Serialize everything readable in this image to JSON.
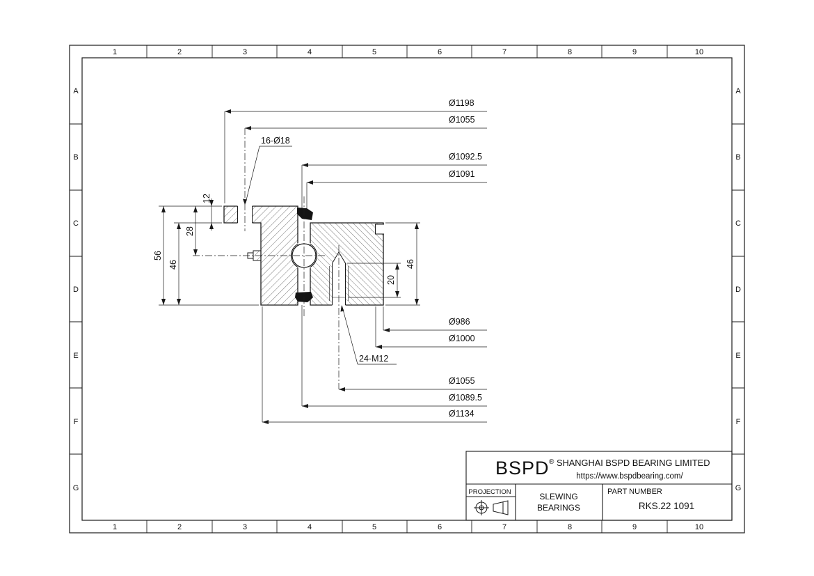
{
  "page": {
    "background": "#ffffff",
    "line_color": "#1a1a1a"
  },
  "grid": {
    "cols": [
      "1",
      "2",
      "3",
      "4",
      "5",
      "6",
      "7",
      "8",
      "9",
      "10"
    ],
    "rows": [
      "A",
      "B",
      "C",
      "D",
      "E",
      "F",
      "G"
    ]
  },
  "dims": {
    "d1198": "Ø1198",
    "d1055_top": "Ø1055",
    "d1092_5": "Ø1092.5",
    "d1091": "Ø1091",
    "d986": "Ø986",
    "d1000": "Ø1000",
    "d1055_bot": "Ø1055",
    "d1089_5": "Ø1089.5",
    "d1134": "Ø1134",
    "bolt_outer": "16-Ø18",
    "bolt_inner": "24-M12",
    "h12": "12",
    "h28": "28",
    "h46_left": "46",
    "h56": "56",
    "h46_right": "46",
    "h20": "20"
  },
  "title_block": {
    "logo": "BSPD",
    "registered": "®",
    "company": "SHANGHAI BSPD BEARING LIMITED",
    "website": "https://www.bspdbearing.com/",
    "projection_label": "PROJECTION",
    "product_line1": "SLEWING",
    "product_line2": "BEARINGS",
    "part_number_label": "PART  NUMBER",
    "part_number": "RKS.22 1091"
  }
}
